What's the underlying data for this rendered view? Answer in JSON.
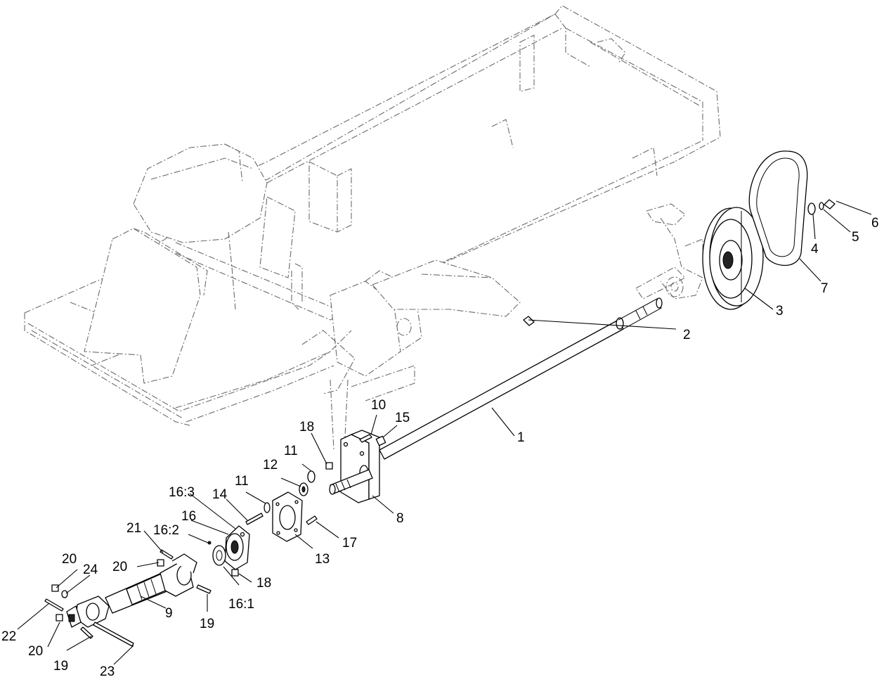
{
  "callouts": {
    "c1": "1",
    "c2": "2",
    "c3": "3",
    "c4": "4",
    "c5": "5",
    "c6": "6",
    "c7": "7",
    "c8": "8",
    "c9": "9",
    "c10": "10",
    "c11a": "11",
    "c11b": "11",
    "c12": "12",
    "c13": "13",
    "c14": "14",
    "c15": "15",
    "c16": "16",
    "c16_1": "16:1",
    "c16_2": "16:2",
    "c16_3": "16:3",
    "c17": "17",
    "c18a": "18",
    "c18b": "18",
    "c19a": "19",
    "c19b": "19",
    "c20a": "20",
    "c20b": "20",
    "c20c": "20",
    "c21": "21",
    "c22": "22",
    "c23": "23",
    "c24": "24"
  }
}
